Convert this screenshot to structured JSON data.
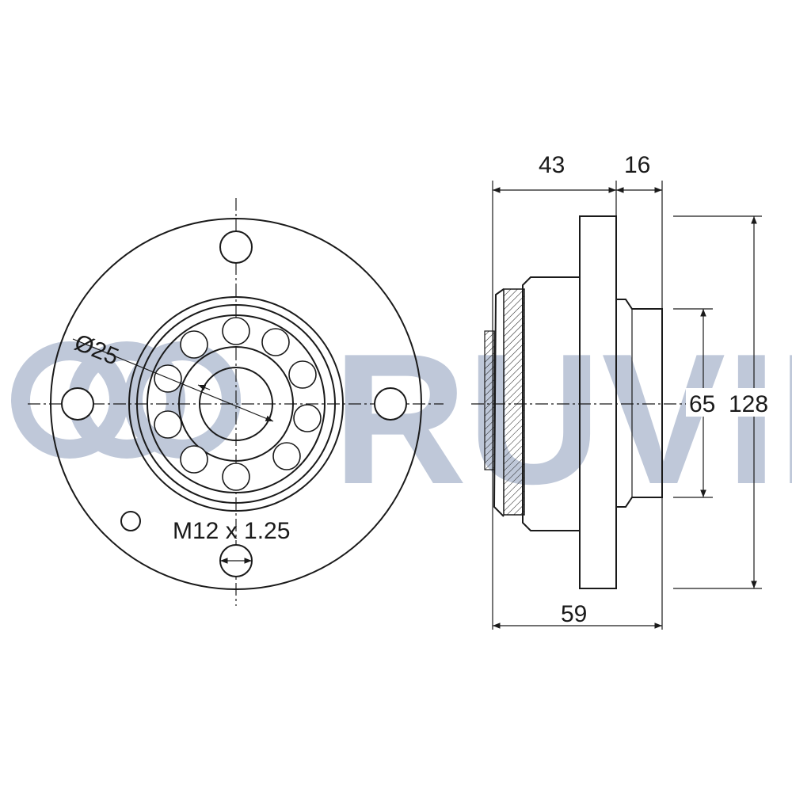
{
  "brand": {
    "logo_text": "RUVILLE",
    "logo_color": "#bcc6d8"
  },
  "front_view": {
    "bore_label": "Ø25",
    "thread_label": "M12 x 1.25"
  },
  "side_view": {
    "dim_top_left": "43",
    "dim_top_right": "16",
    "dim_bottom": "59",
    "dim_inner_height": "65",
    "dim_outer_height": "128"
  },
  "colors": {
    "line": "#1a1a1a",
    "background": "#ffffff"
  }
}
